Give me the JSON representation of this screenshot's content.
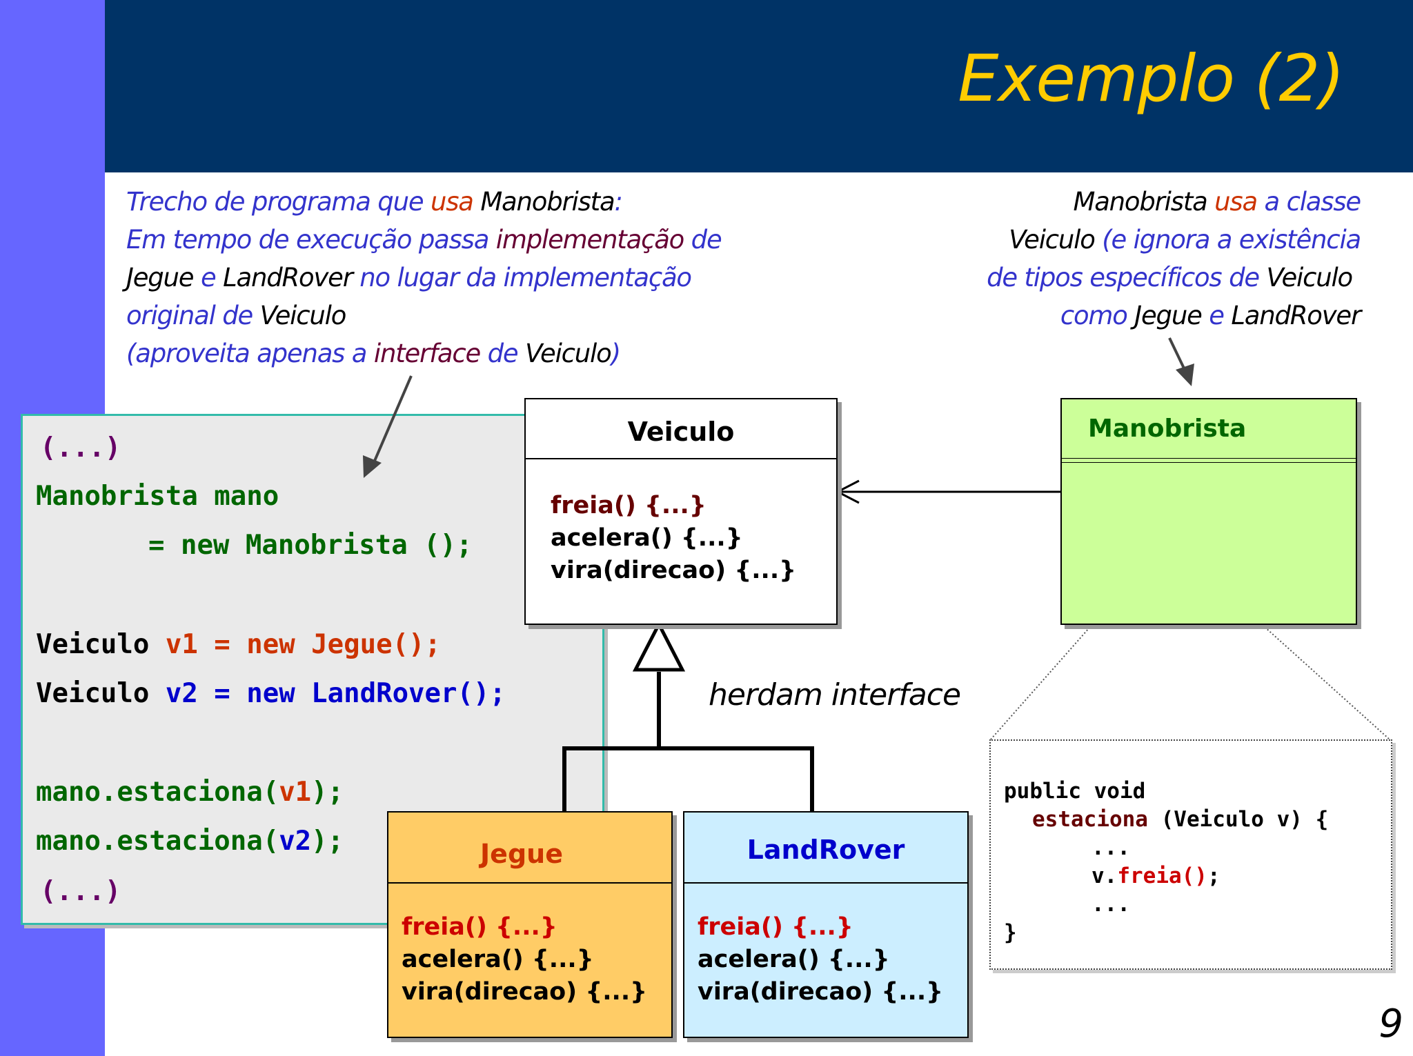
{
  "slide": {
    "title": "Exemplo (2)",
    "page_number": "9"
  },
  "note_left": {
    "l1a": "Trecho de programa que ",
    "l1b": "usa",
    "l1c": " ",
    "l1d": "Manobrista",
    "l1e": ":",
    "l2a": "Em tempo de execução passa ",
    "l2b": "implementação",
    "l2c": " de",
    "l3a": "Jegue",
    "l3b": " e ",
    "l3c": "LandRover",
    "l3d": " no lugar da implementação",
    "l4a": "original de ",
    "l4b": "Veiculo",
    "l5a": "(aproveita apenas a ",
    "l5b": "interface",
    "l5c": " de ",
    "l5d": "Veiculo",
    "l5e": ")"
  },
  "note_right": {
    "l1a": "Manobrista",
    "l1b": " usa",
    "l1c": " a classe",
    "l2a": "Veiculo",
    "l2b": " (e ignora a existência",
    "l3a": "de tipos específicos de ",
    "l3b": "Veiculo",
    "l4a": "como ",
    "l4b": "Jegue",
    "l4c": " e ",
    "l4d": "LandRover"
  },
  "code": {
    "l1": "(...)",
    "l2": "Manobrista mano",
    "l3": "= new Manobrista ();",
    "l4a": "Veiculo",
    "l4b": " v1 = new Jegue();",
    "l5a": "Veiculo",
    "l5b": " v2 = new LandRover();",
    "l6a": "mano.estaciona(",
    "l6b": "v1",
    "l6c": ");",
    "l7a": "mano.estaciona(",
    "l7b": "v2",
    "l7c": ");",
    "l8": "(...)"
  },
  "classes": {
    "veiculo": {
      "name": "Veiculo",
      "m1": "freia() {...}",
      "m2": "acelera() {...}",
      "m3": "vira(direcao) {...}"
    },
    "jegue": {
      "name": "Jegue",
      "m1": "freia() {...}",
      "m2": "acelera() {...}",
      "m3": "vira(direcao) {...}"
    },
    "landrover": {
      "name": "LandRover",
      "m1": "freia() {...}",
      "m2": "acelera() {...}",
      "m3": "vira(direcao) {...}"
    },
    "manobrista": {
      "name": "Manobrista"
    }
  },
  "inherit_label": "herdam interface",
  "impl_code": {
    "l1": "public void",
    "l2a": "estaciona",
    "l2b": " (Veiculo v) {",
    "l3": "...",
    "l4a": "v.",
    "l4b": "freia()",
    "l4c": ";",
    "l5": "...",
    "l6": "}"
  },
  "colors": {
    "header": "#003366",
    "title": "#ffcc00",
    "sidebar": "#6666ff",
    "note_blue": "#3333cc",
    "jegue_fill": "#ffcc66",
    "landrover_fill": "#cceeff",
    "manobrista_fill": "#ccff99"
  }
}
